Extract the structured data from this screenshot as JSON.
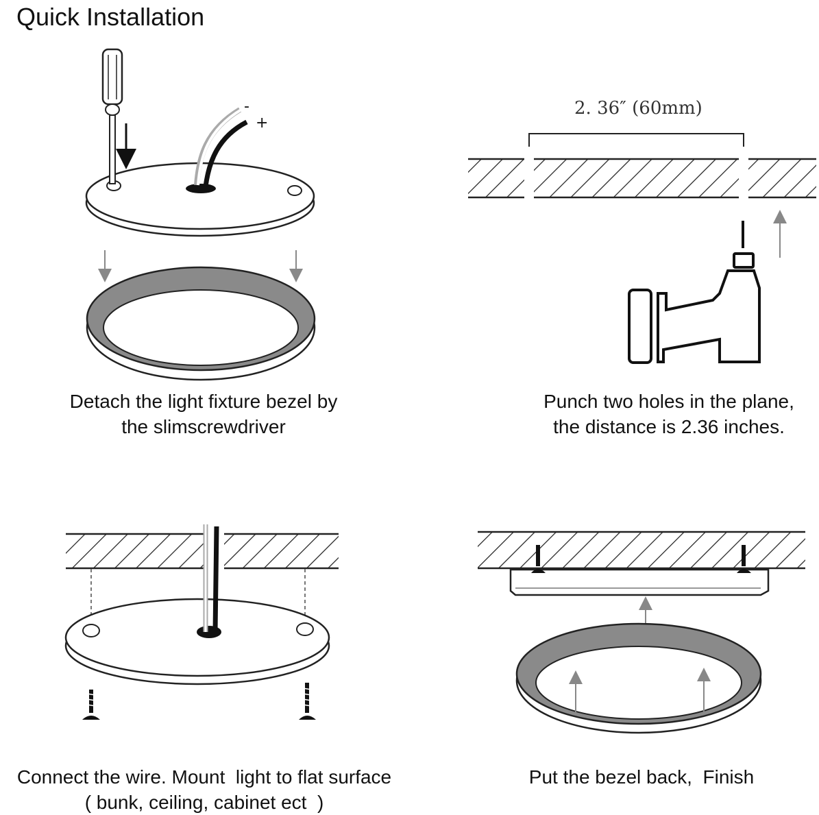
{
  "title": "Quick Installation",
  "steps": [
    {
      "line1": "Detach the light fixture bezel by",
      "line2": "the slimscrewdriver"
    },
    {
      "line1": "Punch two holes in the plane,",
      "line2": "the distance is 2.36 inches."
    },
    {
      "line1": "Connect the wire. Mount  light to flat surface",
      "line2": "( bunk, ceiling, cabinet ect  )"
    },
    {
      "line1": "Put the bezel back,  Finish",
      "line2": ""
    }
  ],
  "dimension_label": "2. 36″ (60mm)",
  "wire_labels": {
    "negative": "-",
    "positive": "+"
  }
}
